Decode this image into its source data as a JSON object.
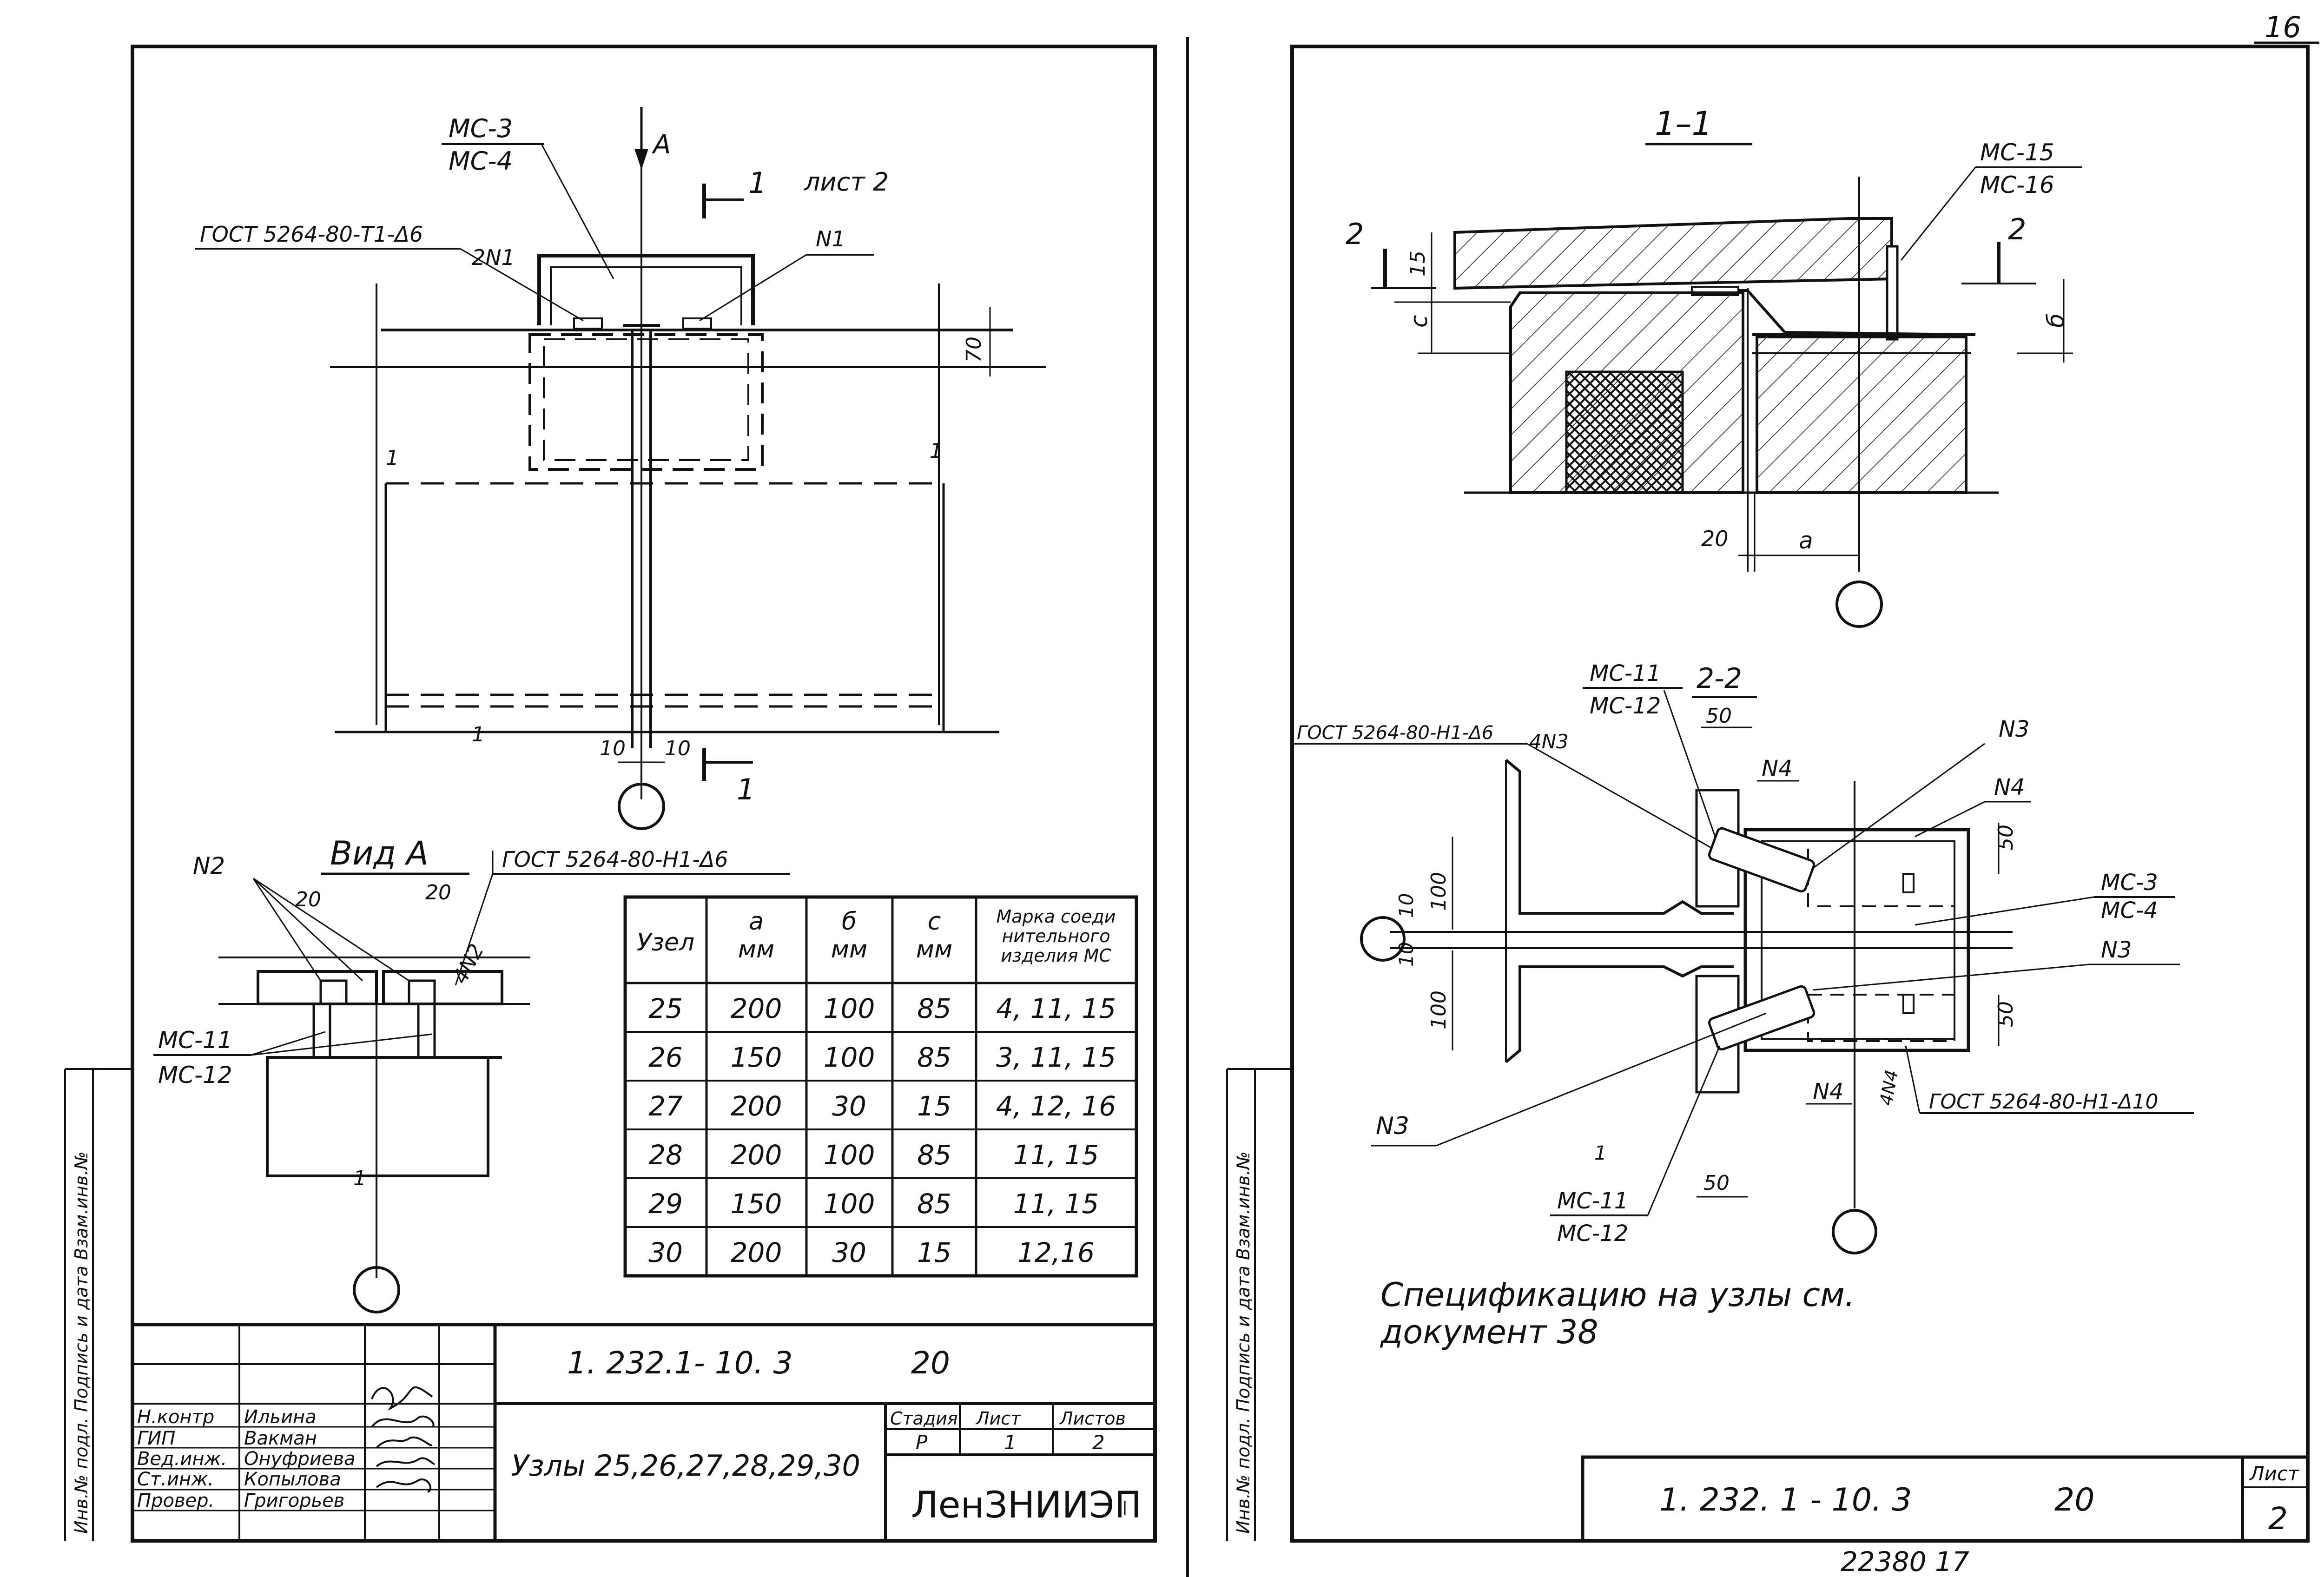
{
  "sheet_corner": "16",
  "left": {
    "plan": {
      "mark_top": "МС-3",
      "mark_bottom": "МС-4",
      "arrow_a": "А",
      "section_num": "1",
      "sheet_ref": "лист 2",
      "gost": "ГОСТ 5264-80-Т1-Δ6",
      "weld_2n1": "2N1",
      "weld_n1": "N1",
      "dim_70": "70",
      "dim_10a": "10",
      "dim_10b": "10",
      "section_num_bottom": "1",
      "axis_marker_1": "1",
      "axis_marker_2": "1",
      "axis_marker_3": "1"
    },
    "view_a": {
      "title": "Вид А",
      "gost": "ГОСТ 5264-80-Н1-Δ6",
      "n2": "N2",
      "dim_20a": "20",
      "dim_20b": "20",
      "weld_4n2": "4N2",
      "mark_top": "МС-11",
      "mark_bottom": "МС-12",
      "axis_marker": "1"
    },
    "table": {
      "headers": [
        "Узел",
        "а мм",
        "б мм",
        "с мм",
        "Марка соединительного изделия МС"
      ],
      "header_lines": [
        [
          "Узел"
        ],
        [
          "а",
          "мм"
        ],
        [
          "б",
          "мм"
        ],
        [
          "с",
          "мм"
        ],
        [
          "Марка соеди",
          "нительного",
          "изделия МС"
        ]
      ],
      "rows": [
        [
          "25",
          "200",
          "100",
          "85",
          "4, 11, 15"
        ],
        [
          "26",
          "150",
          "100",
          "85",
          "3, 11, 15"
        ],
        [
          "27",
          "200",
          "30",
          "15",
          "4, 12, 16"
        ],
        [
          "28",
          "200",
          "100",
          "85",
          "11, 15"
        ],
        [
          "29",
          "150",
          "100",
          "85",
          "11, 15"
        ],
        [
          "30",
          "200",
          "30",
          "15",
          "12,16"
        ]
      ]
    },
    "stamp": {
      "doc_code": "1. 232.1- 10. 3",
      "doc_num": "20",
      "title": "Узлы 25,26,27,28,29,30",
      "stage_h": "Стадия",
      "sheet_h": "Лист",
      "sheets_h": "Листов",
      "stage": "Р",
      "sheet": "1",
      "sheets": "2",
      "org": "ЛенЗНИИЭП",
      "roles": [
        "Н.контр",
        "ГИП",
        "Вед.инж.",
        "Ст.инж.",
        "Провер."
      ],
      "names": [
        "Ильина",
        "Вакман",
        "Онуфриева",
        "Копылова",
        "Григорьев"
      ]
    },
    "side_strip": "Инв.№ подл. Подпись и дата Взам.инв.№"
  },
  "right": {
    "section_11": {
      "title": "1–1",
      "mark_top": "МС-15",
      "mark_bottom": "МС-16",
      "sec_2_left": "2",
      "sec_2_right": "2",
      "dim_15": "15",
      "dim_c": "с",
      "dim_b": "б",
      "dim_20": "20",
      "dim_a": "а"
    },
    "section_22": {
      "title": "2-2",
      "mark_top": "МС-11",
      "mark_bottom": "МС-12",
      "dim_50_top": "50",
      "gost_top": "ГОСТ 5264-80-Н1-Δ6",
      "weld_4n3": "4N3",
      "n4_top": "N4",
      "n3_top": "N3",
      "n4_right": "N4",
      "dim_50_r1": "50",
      "ms3": "МС-3",
      "ms4": "МС-4",
      "n3_mid": "N3",
      "dim_50_r2": "50",
      "dim_100a": "100",
      "dim_10a": "10",
      "dim_10b": "10",
      "dim_100b": "100",
      "n4_bottom": "N4",
      "weld_4n4": "4N4",
      "gost_bottom": "ГОСТ 5264-80-Н1-Δ10",
      "n3_left": "N3",
      "ms11_b": "МС-11",
      "ms12_b": "МС-12",
      "dim_50_b": "50",
      "axis_marker": "1"
    },
    "note_line1": "Спецификацию   на узлы  см.",
    "note_line2": "документ 38",
    "stamp": {
      "doc_code": "1. 232. 1 - 10. 3",
      "doc_num": "20",
      "sheet_h": "Лист",
      "sheet": "2"
    },
    "side_strip": "Инв.№ подл. Подпись и дата Взам.инв.№"
  },
  "footer_num": "22380  17"
}
